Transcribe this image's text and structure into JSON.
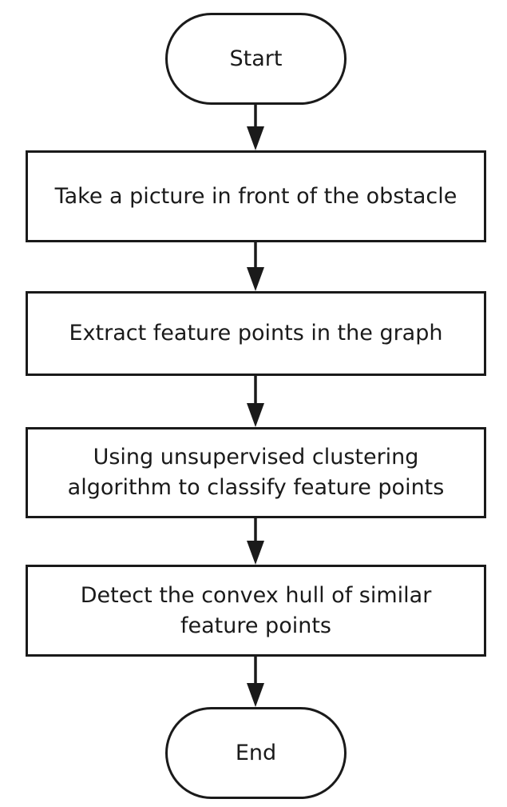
{
  "flowchart": {
    "nodes": [
      {
        "id": "start",
        "shape": "terminal",
        "text": "Start"
      },
      {
        "id": "step1",
        "shape": "process",
        "text": "Take a picture in front of the obstacle"
      },
      {
        "id": "step2",
        "shape": "process",
        "text": "Extract feature points in the graph"
      },
      {
        "id": "step3",
        "shape": "process",
        "text": "Using unsupervised clustering algorithm to classify feature points"
      },
      {
        "id": "step4",
        "shape": "process",
        "text": "Detect the convex hull of similar feature points"
      },
      {
        "id": "end",
        "shape": "terminal",
        "text": "End"
      }
    ],
    "edges": [
      {
        "from": "start",
        "to": "step1"
      },
      {
        "from": "step1",
        "to": "step2"
      },
      {
        "from": "step2",
        "to": "step3"
      },
      {
        "from": "step3",
        "to": "step4"
      },
      {
        "from": "step4",
        "to": "end"
      }
    ]
  },
  "colors": {
    "stroke": "#1a1a1a",
    "background": "#ffffff"
  }
}
